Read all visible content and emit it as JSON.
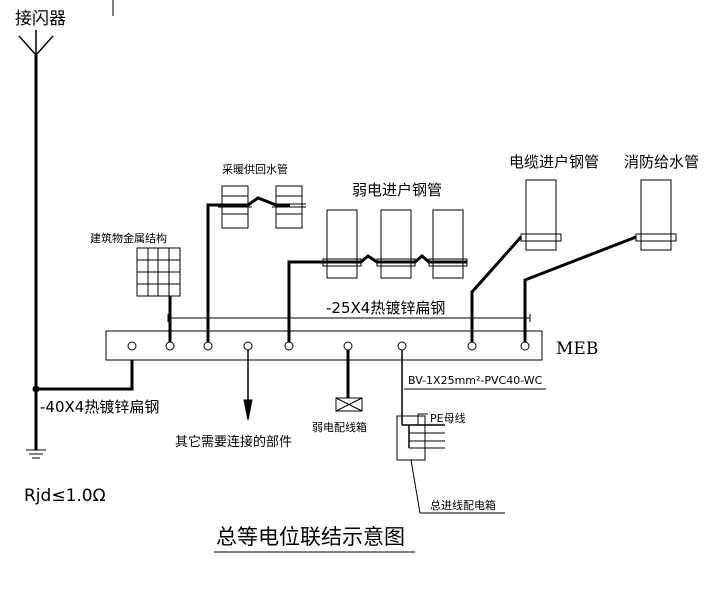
{
  "labels": {
    "lightning_arrester": "接闪器",
    "building_metal": "建筑物金属结构",
    "heating_pipe": "采暖供回水管",
    "weak_pipe": "弱电进户钢管",
    "cable_pipe": "电缆进户钢管",
    "fire_pipe": "消防给水管",
    "bar_25": "-25X4热镀锌扁钢",
    "meb": "MEB",
    "bar_40": "-40X4热镀锌扁钢",
    "other_parts": "其它需要连接的部件",
    "weak_box": "弱电配线箱",
    "cable_spec": "BV-1X25mm²-PVC40-WC",
    "pe_bar": "PE母线",
    "main_box": "总进线配电箱",
    "resistance": "Rjd≤1.0Ω",
    "title": "总等电位联结示意图"
  },
  "colors": {
    "line": "#000000",
    "background": "#ffffff"
  }
}
